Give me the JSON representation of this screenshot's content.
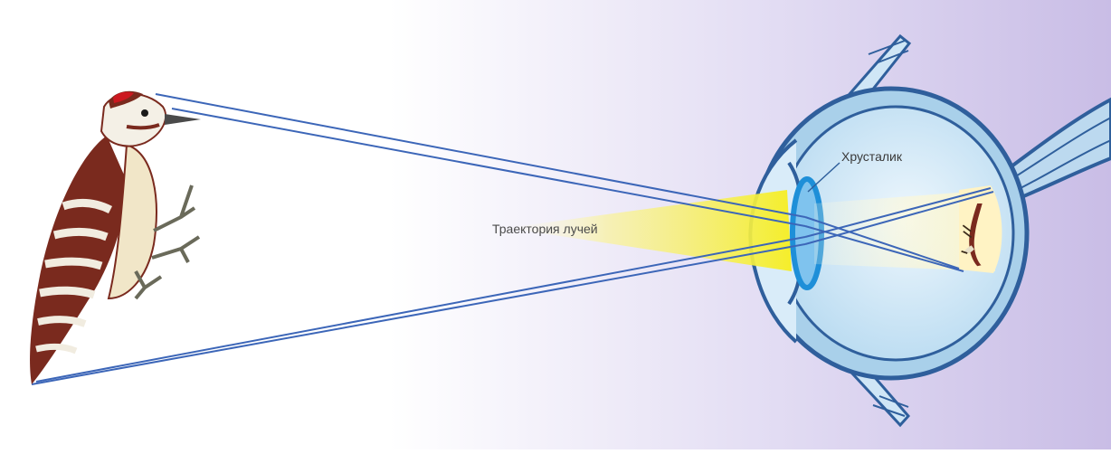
{
  "labels": {
    "rays": "Траектория лучей",
    "lens": "Хрусталик"
  },
  "colors": {
    "background_left": "#ffffff",
    "background_right": "#c9bde6",
    "beam": "#f5ee2a",
    "ray": "#3c66b8",
    "eye_shell": "#2f5f9c",
    "eye_fill": "#cfe6f6",
    "sclera": "#a9d0ea",
    "iris": "#1e8fd8",
    "bird_red": "#cc1820",
    "bird_brown": "#7a2a1e"
  },
  "icons": {
    "bird": "woodpecker-illustration",
    "eye": "eye-cross-section",
    "image": "inverted-image-on-retina"
  }
}
